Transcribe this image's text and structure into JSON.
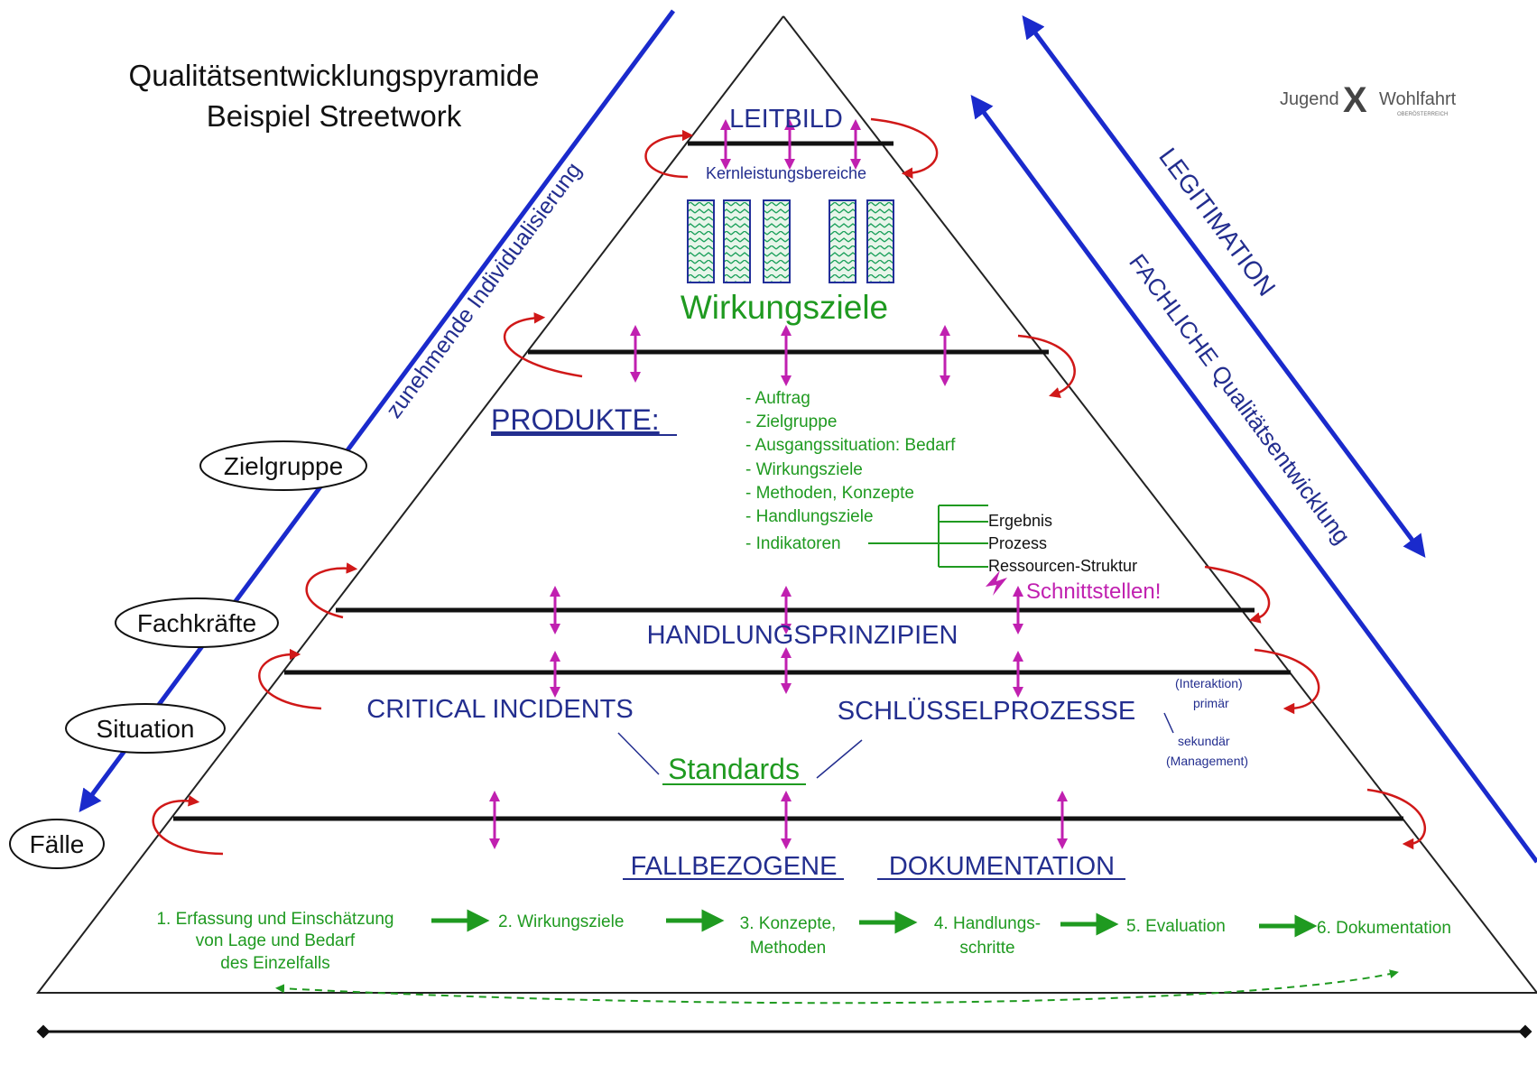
{
  "title": {
    "line1": "Qualitätsentwicklungspyramide",
    "line2": "Beispiel Streetwork"
  },
  "logo": {
    "left": "Jugend",
    "right": "Wohlfahrt",
    "small": "OBERÖSTERREICH"
  },
  "side_arrows": {
    "left": "zunehmende Individualisierung",
    "right_outer": "LEGITIMATION",
    "right_inner": "FACHLICHE Qualitätsentwicklung"
  },
  "ellipses": [
    "Zielgruppe",
    "Fachkräfte",
    "Situation",
    "Fälle"
  ],
  "levels": {
    "leitbild": "LEITBILD",
    "kernleistung": "Kernleistungsbereiche",
    "wirkungsziele": "Wirkungsziele",
    "produkte": "PRODUKTE:",
    "handlungsprinzipien": "HANDLUNGSPRINZIPIEN",
    "critical": "CRITICAL INCIDENTS",
    "schluessel": "SCHLÜSSELPROZESSE",
    "standards": "Standards",
    "fallbezogene": "FALLBEZOGENE",
    "dokumentation": "DOKUMENTATION"
  },
  "produkte_list": [
    "- Auftrag",
    "- Zielgruppe",
    "- Ausgangssituation: Bedarf",
    "- Wirkungsziele",
    "- Methoden, Konzepte",
    "- Handlungsziele",
    "- Indikatoren"
  ],
  "indikatoren_branches": [
    "Ergebnis",
    "Prozess",
    "Ressourcen-Struktur"
  ],
  "schnittstellen": "Schnittstellen!",
  "prozesse_types": {
    "interaktion": "(Interaktion)",
    "primaer": "primär",
    "sekundaer": "sekundär",
    "management": "(Management)"
  },
  "steps": [
    [
      "1. Erfassung und Einschätzung",
      "von Lage und Bedarf",
      "des Einzelfalls"
    ],
    [
      "2. Wirkungsziele"
    ],
    [
      "3. Konzepte,",
      "Methoden"
    ],
    [
      "4. Handlungs-",
      "schritte"
    ],
    [
      "5. Evaluation"
    ],
    [
      "6. Dokumentation"
    ]
  ],
  "colors": {
    "blue": "#232e8f",
    "arrow_blue": "#1a2acc",
    "green": "#1f9a20",
    "magenta": "#c020b0",
    "red": "#d01818",
    "hatch": "#1aa05a"
  }
}
